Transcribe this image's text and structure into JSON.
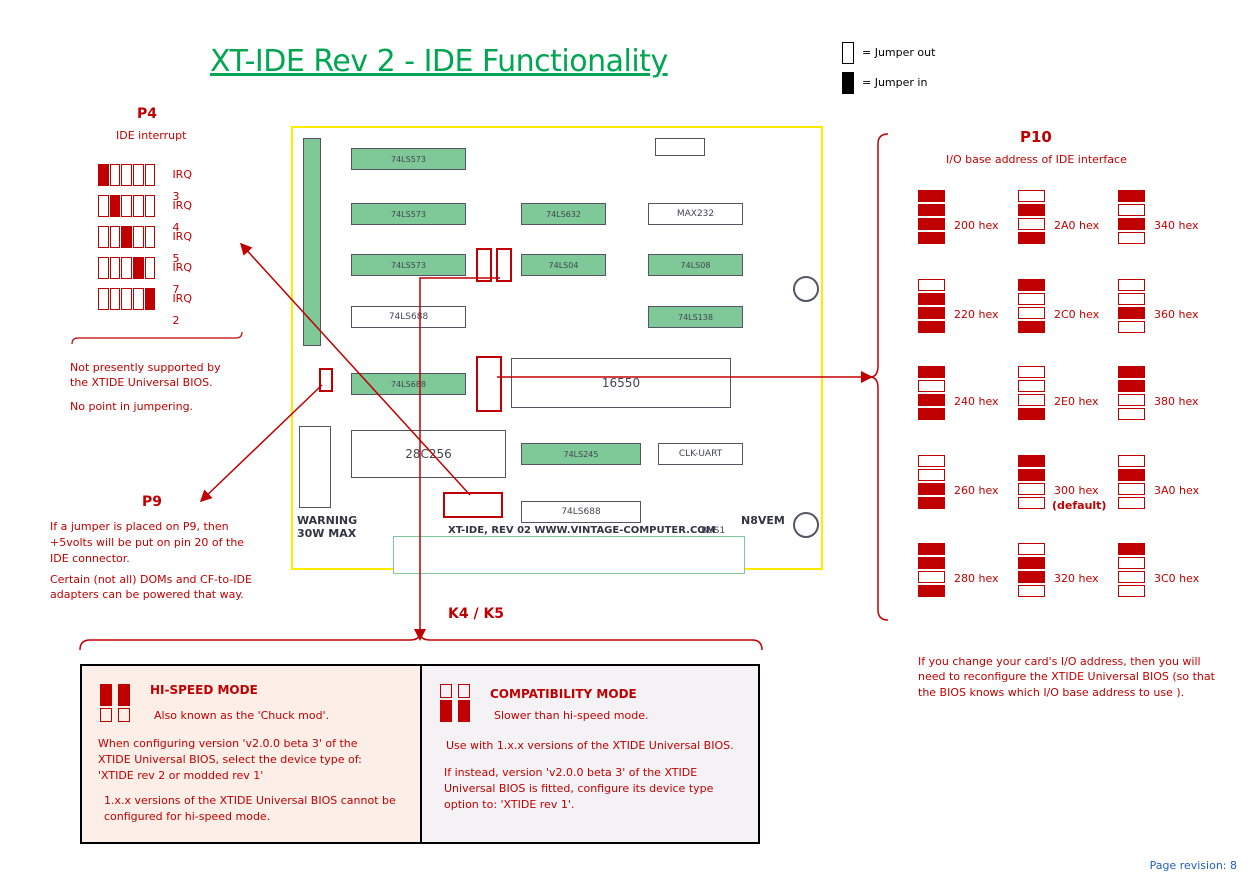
{
  "title": "XT-IDE  Rev 2  -  IDE Functionality",
  "legend": {
    "out": "= Jumper out",
    "in": "= Jumper in"
  },
  "p4": {
    "heading": "P4",
    "subtitle": "IDE interrupt",
    "rows": [
      {
        "label": "IRQ 3",
        "on": [
          0
        ]
      },
      {
        "label": "IRQ 4",
        "on": [
          1
        ]
      },
      {
        "label": "IRQ 5",
        "on": [
          2
        ]
      },
      {
        "label": "IRQ 7",
        "on": [
          3
        ]
      },
      {
        "label": "IRQ 2",
        "on": [
          4
        ]
      }
    ],
    "note1": "Not presently supported by",
    "note2": "the XTIDE Universal BIOS.",
    "note3": "No point in jumpering."
  },
  "p9": {
    "heading": "P9",
    "line1": "If a jumper is placed on P9, then",
    "line2": "+5volts will be put on pin 20 of the",
    "line3": "IDE connector.",
    "line4": "Certain (not all) DOMs and CF-to-IDE",
    "line5": "adapters can be powered that way."
  },
  "p10": {
    "heading": "P10",
    "subtitle": "I/O base address of IDE interface",
    "entries": [
      {
        "label": "200 hex",
        "on": [
          0,
          1,
          2,
          3
        ]
      },
      {
        "label": "2A0 hex",
        "on": [
          1,
          3
        ]
      },
      {
        "label": "340 hex",
        "on": [
          0,
          2
        ]
      },
      {
        "label": "220 hex",
        "on": [
          1,
          2,
          3
        ]
      },
      {
        "label": "2C0 hex",
        "on": [
          0,
          3
        ]
      },
      {
        "label": "360 hex",
        "on": [
          2
        ]
      },
      {
        "label": "240 hex",
        "on": [
          0,
          2,
          3
        ]
      },
      {
        "label": "2E0 hex",
        "on": [
          3
        ]
      },
      {
        "label": "380 hex",
        "on": [
          0,
          1
        ]
      },
      {
        "label": "260 hex",
        "on": [
          2,
          3
        ]
      },
      {
        "label": "300 hex",
        "on": [
          0,
          1
        ],
        "extra": "(default)"
      },
      {
        "label": "3A0 hex",
        "on": [
          1
        ]
      },
      {
        "label": "280 hex",
        "on": [
          0,
          1,
          3
        ]
      },
      {
        "label": "320 hex",
        "on": [
          1,
          2
        ]
      },
      {
        "label": "3C0 hex",
        "on": [
          0
        ]
      }
    ],
    "note1": "If you change your card's  I/O address, then you will",
    "note2": "need to reconfigure the XTIDE Universal BIOS (so that",
    "note3": "the BIOS knows which I/O base address to use )."
  },
  "k4k5": {
    "heading": "K4 / K5"
  },
  "hispeed": {
    "title": "HI-SPEED MODE",
    "aka": "Also known as the 'Chuck mod'.",
    "p1a": "When configuring version 'v2.0.0 beta 3' of the",
    "p1b": "XTIDE Universal BIOS, select the device type of:",
    "p1c": "'XTIDE rev 2 or modded rev 1'",
    "p2a": "1.x.x versions of the XTIDE Universal BIOS cannot be",
    "p2b": "configured for hi-speed mode."
  },
  "compat": {
    "title": "COMPATIBILITY MODE",
    "sub": "Slower than hi-speed mode.",
    "p1": "Use with 1.x.x versions of the XTIDE Universal BIOS.",
    "p2a": "If instead, version 'v2.0.0 beta 3' of the XTIDE",
    "p2b": "Universal BIOS is fitted, configure its device type",
    "p2c": "option to: 'XTIDE rev 1'."
  },
  "board": {
    "chips": [
      "74LS573",
      "74LS573",
      "74LS573",
      "74LS688",
      "74LS688",
      "28C256",
      "74LS632",
      "74LS04",
      "74LS245",
      "74LS688",
      "MAX232",
      "74LS08",
      "74LS138",
      "16550",
      "CLK-UART"
    ],
    "warning1": "WARNING",
    "warning2": "30W MAX",
    "silk": "XT-IDE, REV 02 WWW.VINTAGE-COMPUTER.COM",
    "maker": "N8VEM",
    "bus": "BUS1"
  },
  "page_revision": "Page revision: 8",
  "colors": {
    "accent": "#c00000",
    "title": "#00a651",
    "board_outline": "#ffeb00",
    "chip": "#7fc897"
  }
}
